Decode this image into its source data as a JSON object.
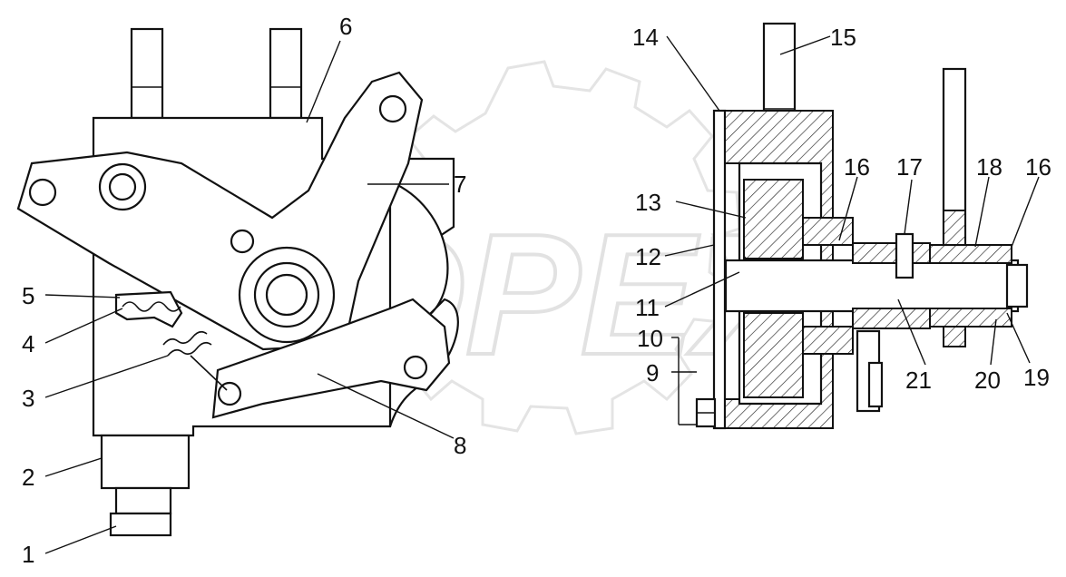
{
  "watermark": {
    "text": "OPEX"
  },
  "callouts": [
    {
      "id": "1",
      "label": "1"
    },
    {
      "id": "2",
      "label": "2"
    },
    {
      "id": "3",
      "label": "3"
    },
    {
      "id": "4",
      "label": "4"
    },
    {
      "id": "5",
      "label": "5"
    },
    {
      "id": "6",
      "label": "6"
    },
    {
      "id": "7",
      "label": "7"
    },
    {
      "id": "8",
      "label": "8"
    },
    {
      "id": "9",
      "label": "9"
    },
    {
      "id": "10",
      "label": "10"
    },
    {
      "id": "11",
      "label": "11"
    },
    {
      "id": "12",
      "label": "12"
    },
    {
      "id": "13",
      "label": "13"
    },
    {
      "id": "14",
      "label": "14"
    },
    {
      "id": "15",
      "label": "15"
    },
    {
      "id": "16a",
      "label": "16"
    },
    {
      "id": "16b",
      "label": "16"
    },
    {
      "id": "17",
      "label": "17"
    },
    {
      "id": "18",
      "label": "18"
    },
    {
      "id": "19",
      "label": "19"
    },
    {
      "id": "20",
      "label": "20"
    },
    {
      "id": "21",
      "label": "21"
    }
  ]
}
